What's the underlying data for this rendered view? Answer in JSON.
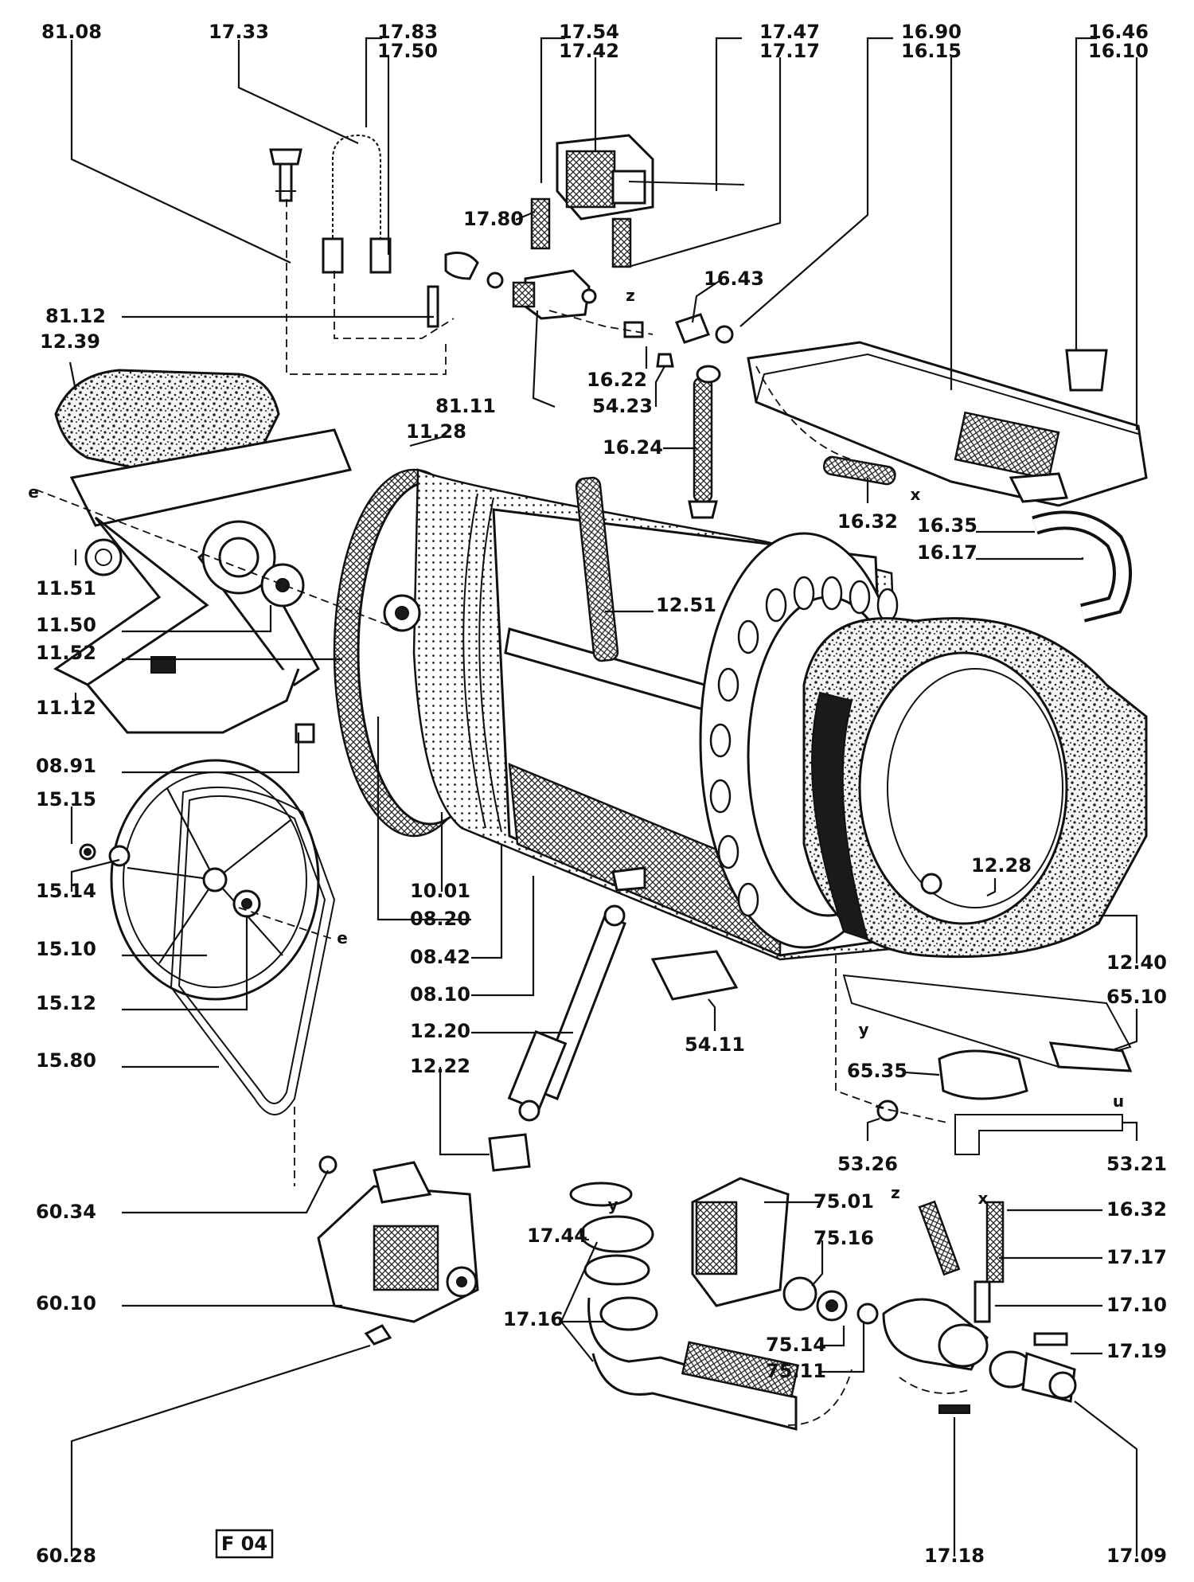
{
  "diagram": {
    "sheet_code": "F 04",
    "callouts": [
      {
        "id": "81.08"
      },
      {
        "id": "17.33"
      },
      {
        "id": "17.83"
      },
      {
        "id": "17.50"
      },
      {
        "id": "17.54"
      },
      {
        "id": "17.42"
      },
      {
        "id": "17.47"
      },
      {
        "id": "17.17"
      },
      {
        "id": "16.90"
      },
      {
        "id": "16.15"
      },
      {
        "id": "16.46"
      },
      {
        "id": "16.10"
      },
      {
        "id": "17.80"
      },
      {
        "id": "16.43"
      },
      {
        "id": "81.12"
      },
      {
        "id": "12.39"
      },
      {
        "id": "16.22"
      },
      {
        "id": "54.23"
      },
      {
        "id": "81.11"
      },
      {
        "id": "11.28"
      },
      {
        "id": "16.24"
      },
      {
        "id": "16.32"
      },
      {
        "id": "16.35"
      },
      {
        "id": "16.17"
      },
      {
        "id": "11.51"
      },
      {
        "id": "12.51"
      },
      {
        "id": "11.50"
      },
      {
        "id": "11.52"
      },
      {
        "id": "11.12"
      },
      {
        "id": "08.91"
      },
      {
        "id": "15.15"
      },
      {
        "id": "12.28"
      },
      {
        "id": "15.14"
      },
      {
        "id": "10.01"
      },
      {
        "id": "08.20"
      },
      {
        "id": "15.10"
      },
      {
        "id": "12.40"
      },
      {
        "id": "08.42"
      },
      {
        "id": "15.12"
      },
      {
        "id": "08.10"
      },
      {
        "id": "65.10"
      },
      {
        "id": "12.20"
      },
      {
        "id": "54.11"
      },
      {
        "id": "15.80"
      },
      {
        "id": "65.35"
      },
      {
        "id": "12.22"
      },
      {
        "id": "53.26"
      },
      {
        "id": "53.21"
      },
      {
        "id": "60.34"
      },
      {
        "id": "75.01"
      },
      {
        "id": "16.32"
      },
      {
        "id": "17.44"
      },
      {
        "id": "75.16"
      },
      {
        "id": "17.17"
      },
      {
        "id": "60.10"
      },
      {
        "id": "17.10"
      },
      {
        "id": "17.16"
      },
      {
        "id": "75.14"
      },
      {
        "id": "17.19"
      },
      {
        "id": "75.11"
      },
      {
        "id": "60.28"
      },
      {
        "id": "17.18"
      },
      {
        "id": "17.09"
      }
    ],
    "connection_marks": [
      "e",
      "e",
      "x",
      "x",
      "y",
      "y",
      "z",
      "z",
      "u"
    ]
  }
}
